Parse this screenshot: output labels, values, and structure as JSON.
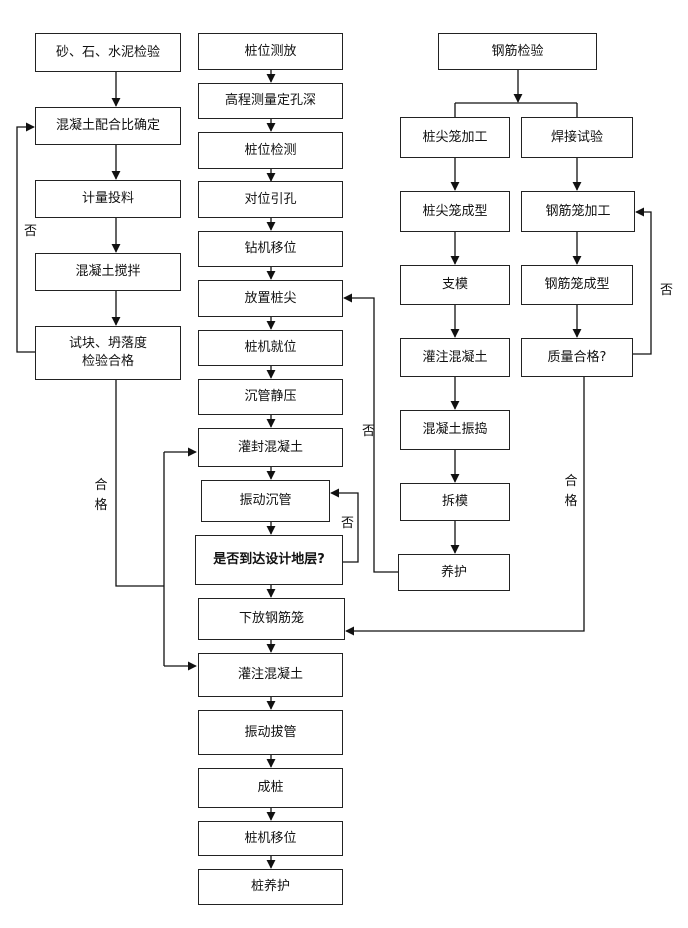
{
  "left_column": {
    "materials_check": "砂、石、水泥检验",
    "mix_ratio": "混凝土配合比确定",
    "metering": "计量投料",
    "mixing": "混凝土搅拌",
    "test_block": "试块、坍落度\n检验合格"
  },
  "center_column": {
    "survey": "桩位测放",
    "elevation": "高程测量定孔深",
    "pile_check": "桩位检测",
    "align": "对位引孔",
    "rig_move": "钻机移位",
    "place_tip": "放置桩尖",
    "rig_ready": "桩机就位",
    "press_pipe": "沉管静压",
    "seal_concrete": "灌封混凝土",
    "vibrate_sink": "振动沉管",
    "reach_layer": "是否到达设计地层?",
    "lower_cage": "下放钢筋笼",
    "pour_concrete": "灌注混凝土",
    "vibrate_pull": "振动拔管",
    "pile_done": "成桩",
    "rig_move2": "桩机移位",
    "pile_cure": "桩养护"
  },
  "right_column": {
    "rebar_check": "钢筋检验",
    "tip_cage_process": "桩尖笼加工",
    "weld_test": "焊接试验",
    "tip_cage_form": "桩尖笼成型",
    "cage_process": "钢筋笼加工",
    "formwork": "支模",
    "cage_form": "钢筋笼成型",
    "pour_right": "灌注混凝土",
    "quality_ok": "质量合格?",
    "vibrate_right": "混凝土振捣",
    "demold": "拆模",
    "cure": "养护"
  },
  "labels": {
    "no_left": "否",
    "pass_left": "合\n格",
    "no_right": "否",
    "pass_right": "合\n格",
    "no_center": "否",
    "no_mid": "否"
  }
}
